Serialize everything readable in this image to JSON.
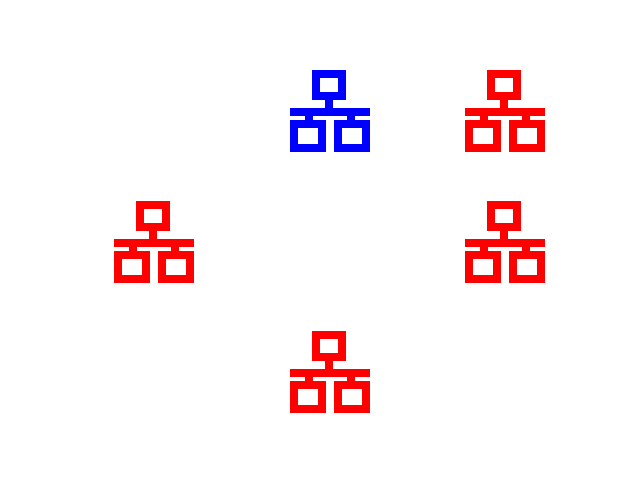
{
  "canvas": {
    "background": "#ffffff"
  },
  "icons": [
    {
      "id": "top-center",
      "icon": "network-icon",
      "color": "#0000ff",
      "state": "selected"
    },
    {
      "id": "top-right",
      "icon": "network-icon",
      "color": "#ff0000",
      "state": "default"
    },
    {
      "id": "middle-left",
      "icon": "network-icon",
      "color": "#ff0000",
      "state": "default"
    },
    {
      "id": "middle-right",
      "icon": "network-icon",
      "color": "#ff0000",
      "state": "default"
    },
    {
      "id": "bottom-center",
      "icon": "network-icon",
      "color": "#ff0000",
      "state": "default"
    }
  ]
}
